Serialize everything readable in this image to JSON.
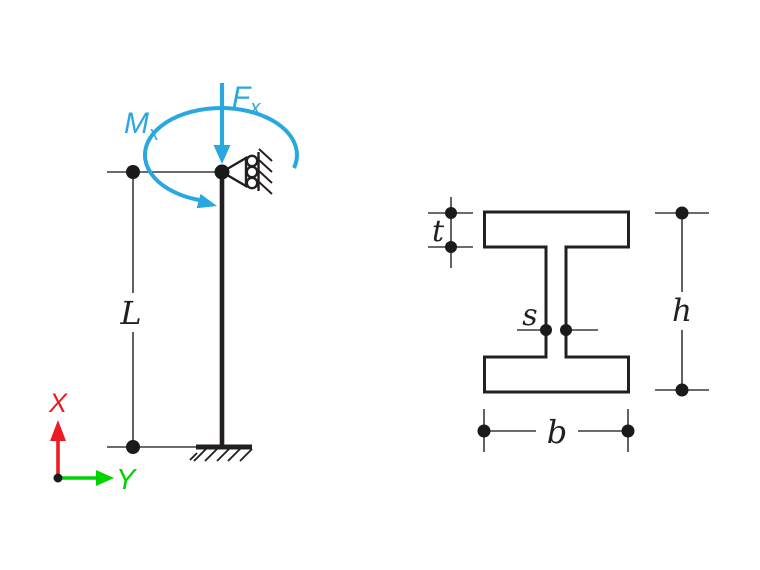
{
  "figure": {
    "description": "Cantilever column with axial load and torsional moment, plus I-beam cross-section with dimension labels",
    "colors": {
      "load_blue": "#29A8DF",
      "axis_x_red": "#ED1C24",
      "axis_y_green": "#00D400",
      "line_black": "#231F20",
      "background": "#ffffff"
    }
  },
  "column_diagram": {
    "force_label": {
      "main": "F",
      "sub": "x"
    },
    "moment_label": {
      "main": "M",
      "sub": "x"
    },
    "length_label": "L",
    "axes": {
      "vertical_label": "X",
      "horizontal_label": "Y"
    }
  },
  "cross_section": {
    "flange_thickness_label": "t",
    "web_thickness_label": "s",
    "height_label": "h",
    "width_label": "b"
  }
}
